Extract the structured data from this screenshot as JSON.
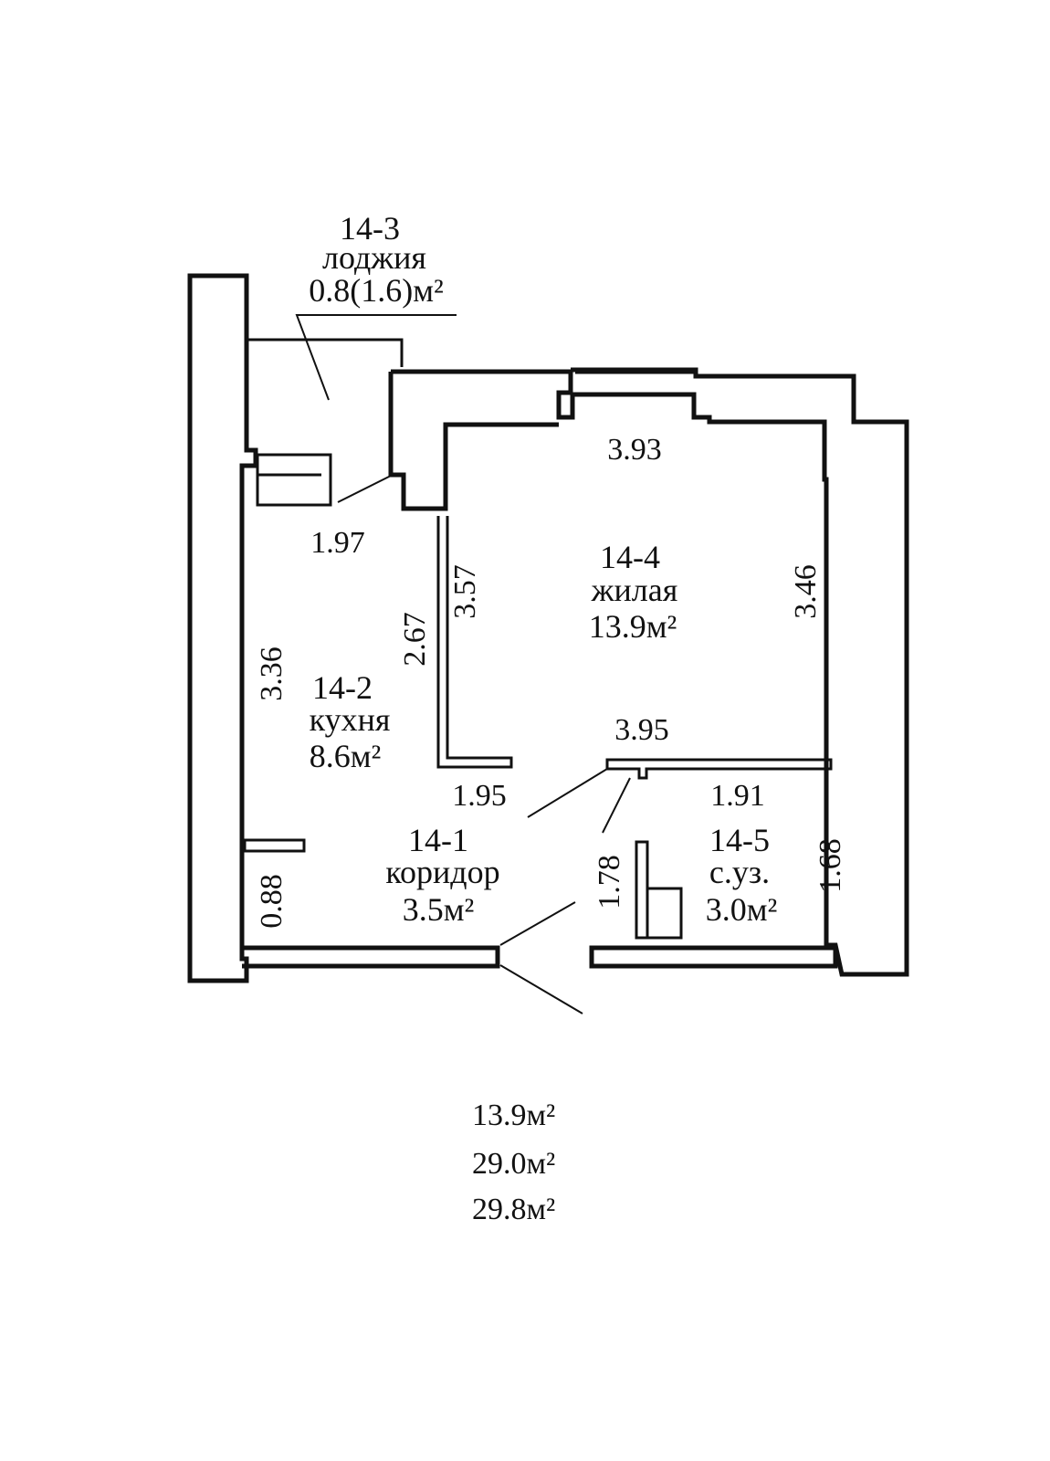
{
  "rooms": {
    "loggia": {
      "id": "14-3",
      "name": "лоджия",
      "area": "0.8(1.6)м²"
    },
    "kitchen": {
      "id": "14-2",
      "name": "кухня",
      "area": "8.6м²"
    },
    "living": {
      "id": "14-4",
      "name": "жилая",
      "area": "13.9м²"
    },
    "corridor": {
      "id": "14-1",
      "name": "коридор",
      "area": "3.5м²"
    },
    "bathroom": {
      "id": "14-5",
      "name": "с.уз.",
      "area": "3.0м²"
    }
  },
  "dimensions": {
    "living_top": "3.93",
    "kitchen_width": "1.97",
    "living_left": "3.57",
    "kitchen_right": "2.67",
    "living_right": "3.46",
    "kitchen_left": "3.36",
    "living_bottom": "3.95",
    "corridor_top": "1.95",
    "bathroom_top": "1.91",
    "corridor_left": "0.88",
    "bathroom_left": "1.78",
    "bathroom_right": "1.68"
  },
  "totals": {
    "living_area": "13.9м²",
    "total_area": "29.0м²",
    "total_with_loggia": "29.8м²"
  }
}
